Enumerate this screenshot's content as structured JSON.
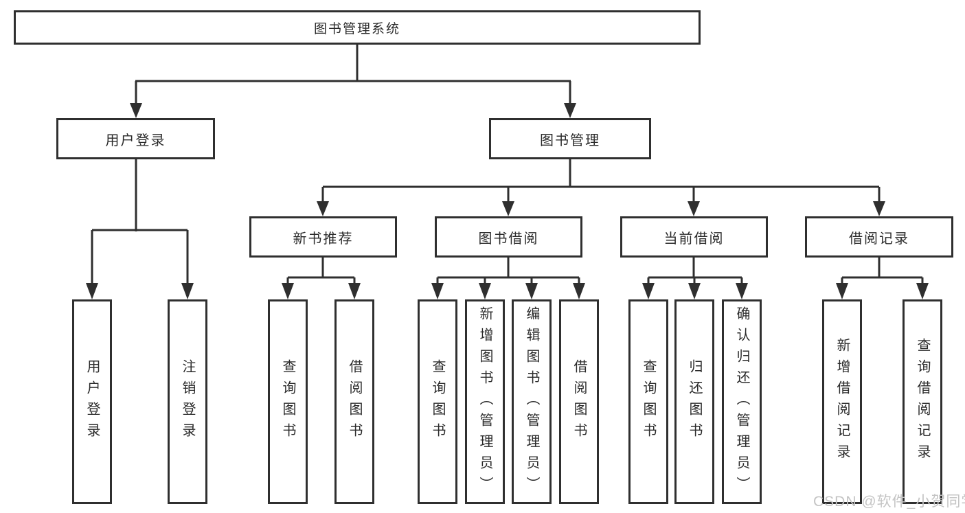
{
  "colors": {
    "line": "#2f2f2f",
    "box_border": "#2f2f2f",
    "box_background": "#ffffff",
    "text": "#2b2b2b",
    "watermark": "#c4c4c4"
  },
  "watermark": {
    "text": "CSDN @软件_小贺同学"
  },
  "tree": {
    "root": {
      "label": "图书管理系统"
    },
    "branches": [
      {
        "label": "用户登录",
        "children": [
          {
            "label": "用户登录"
          },
          {
            "label": "注销登录"
          }
        ]
      },
      {
        "label": "图书管理",
        "children": [
          {
            "label": "新书推荐",
            "children": [
              {
                "label": "查询图书"
              },
              {
                "label": "借阅图书"
              }
            ]
          },
          {
            "label": "图书借阅",
            "children": [
              {
                "label": "查询图书"
              },
              {
                "label": "新增图书（管理员）"
              },
              {
                "label": "编辑图书（管理员）"
              },
              {
                "label": "借阅图书"
              }
            ]
          },
          {
            "label": "当前借阅",
            "children": [
              {
                "label": "查询图书"
              },
              {
                "label": "归还图书"
              },
              {
                "label": "确认归还（管理员）"
              }
            ]
          },
          {
            "label": "借阅记录",
            "children": [
              {
                "label": "新增借阅记录"
              },
              {
                "label": "查询借阅记录"
              }
            ]
          }
        ]
      }
    ]
  }
}
